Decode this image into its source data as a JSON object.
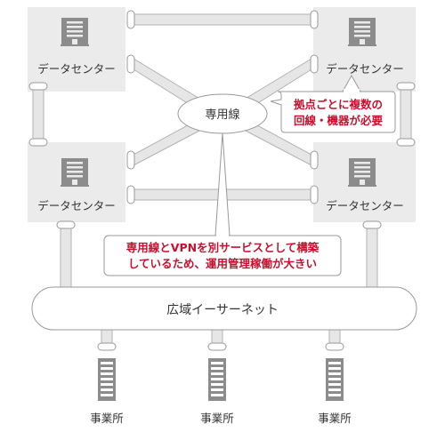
{
  "datacenters": [
    {
      "label": "データセンター"
    },
    {
      "label": "データセンター"
    },
    {
      "label": "データセンター"
    },
    {
      "label": "データセンター"
    }
  ],
  "dedicated_line": {
    "label": "専用線"
  },
  "wan": {
    "label": "広域イーサーネット"
  },
  "offices": [
    {
      "label": "事業所"
    },
    {
      "label": "事業所"
    },
    {
      "label": "事業所"
    }
  ],
  "callouts": {
    "top_right": {
      "lines": [
        "拠点ごとに複数の",
        "回線・機器が必要"
      ]
    },
    "center": {
      "lines": [
        "専用線とVPNを別サービスとして構築",
        "しているため、運用管理稼働が大きい"
      ]
    }
  },
  "colors": {
    "accent": "#c8102e",
    "panel": "#ebebeb",
    "pipe": "#e6e6e6",
    "icon": "#8c8c8c"
  }
}
